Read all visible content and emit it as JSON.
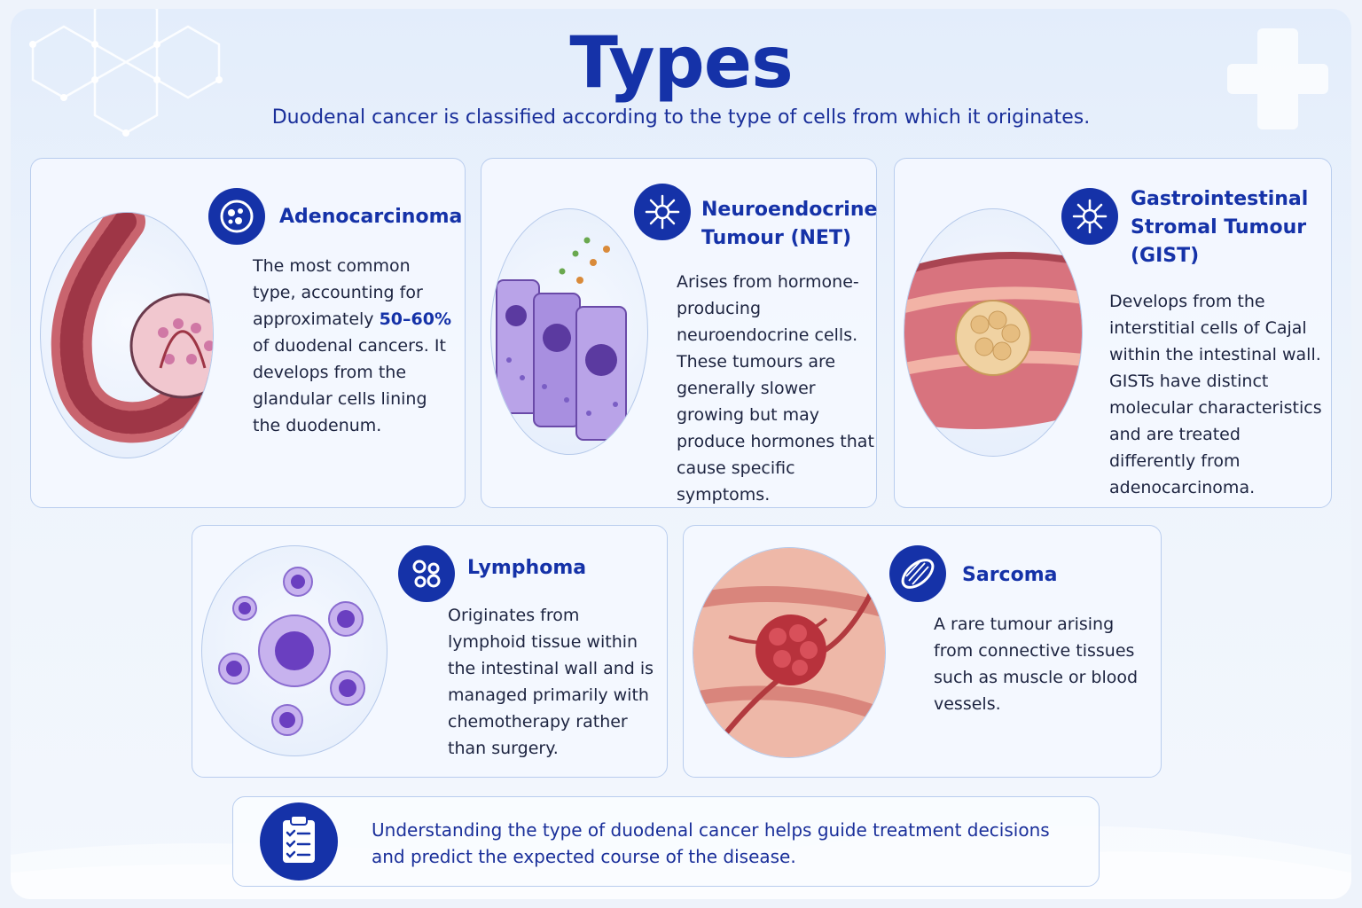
{
  "header": {
    "title": "Types",
    "subtitle": "Duodenal cancer is classified according to the type of cells from which it originates."
  },
  "cards": [
    {
      "title": "Adenocarcinoma",
      "icon": "cells-icon",
      "body_pre": "The most common type, accounting for approximately ",
      "highlight": "50–60%",
      "body_post": " of duodenal cancers. It develops from the glandular cells lining the duodenum."
    },
    {
      "title": "Neuroendocrine Tumour (NET)",
      "icon": "neuron-icon",
      "body": "Arises from hormone-producing neuroendocrine cells. These tumours are generally slower growing but may produce hormones that cause specific symptoms."
    },
    {
      "title": "Gastrointestinal Stromal Tumour (GIST)",
      "icon": "neuron-icon",
      "body": "Develops from the interstitial cells of Cajal within the intestinal wall. GISTs have distinct molecular characteristics and are treated differently from adenocarcinoma."
    },
    {
      "title": "Lymphoma",
      "icon": "lymphocytes-icon",
      "body": "Originates from lymphoid tissue within the intestinal wall and is managed primarily with chemotherapy rather than surgery."
    },
    {
      "title": "Sarcoma",
      "icon": "muscle-fiber-icon",
      "body": "A rare tumour arising from connective tissues such as muscle or blood vessels."
    }
  ],
  "footer": {
    "icon": "clipboard-checklist-icon",
    "text": "Understanding the type of duodenal cancer helps guide treatment decisions and predict the expected course of the disease."
  },
  "colors": {
    "accent": "#1532a8",
    "text": "#1d2440",
    "card_border": "#b9cdee",
    "background": "#e3edfb"
  }
}
